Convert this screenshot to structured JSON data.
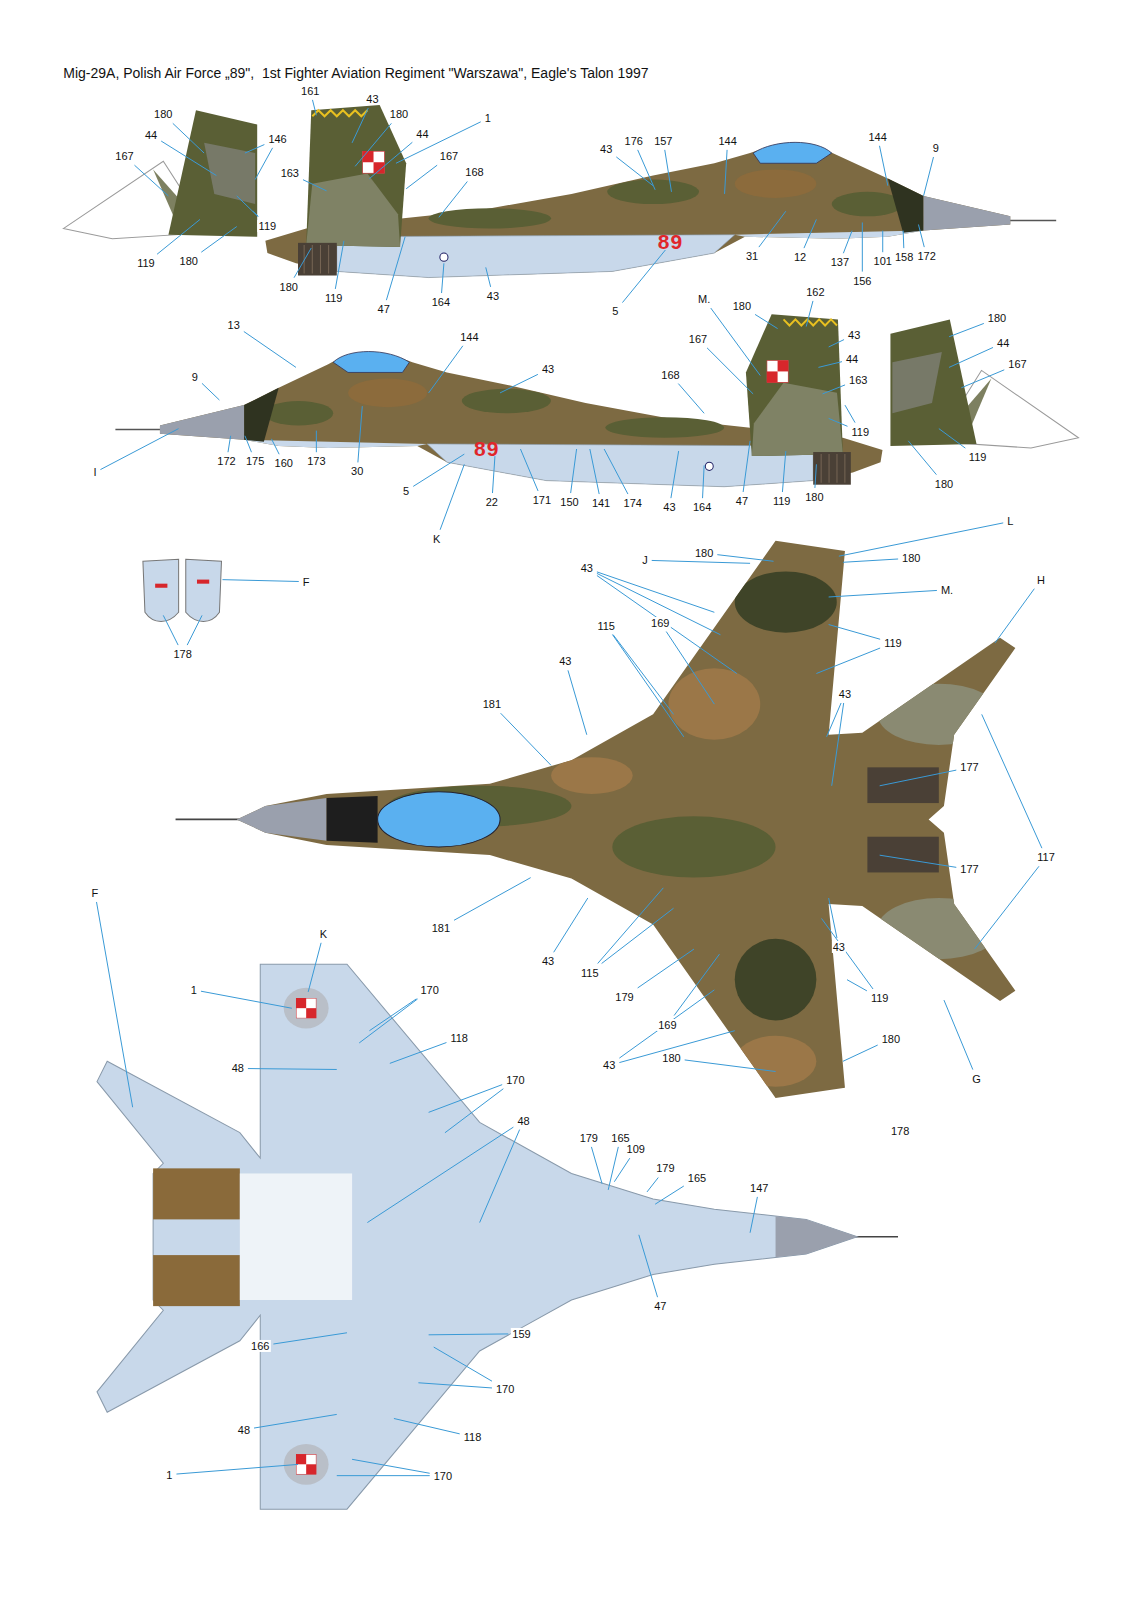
{
  "diagram": {
    "title": "Mig-29A, Polish Air Force „89\",  1st Fighter Aviation Regiment \"Warszawa\", Eagle's Talon 1997",
    "labels": [
      "161",
      "43",
      "180",
      "180",
      "1",
      "44",
      "44",
      "146",
      "167",
      "167",
      "163",
      "168",
      "119",
      "119",
      "180",
      "180",
      "119",
      "47",
      "164",
      "43",
      "5",
      "89",
      "43",
      "176",
      "157",
      "144",
      "144",
      "9",
      "31",
      "12",
      "137",
      "156",
      "101",
      "158",
      "172",
      "13",
      "144",
      "9",
      "43",
      "I",
      "172",
      "175",
      "160",
      "173",
      "30",
      "5",
      "K",
      "22",
      "89",
      "171",
      "150",
      "141",
      "174",
      "43",
      "164",
      "47",
      "119",
      "180",
      "M.",
      "180",
      "162",
      "167",
      "168",
      "43",
      "44",
      "163",
      "119",
      "180",
      "44",
      "167",
      "119",
      "180",
      "F",
      "178",
      "L",
      "J",
      "180",
      "180",
      "43",
      "M.",
      "115",
      "169",
      "119",
      "43",
      "H",
      "43",
      "181",
      "177",
      "177",
      "117",
      "181",
      "43",
      "115",
      "43",
      "179",
      "169",
      "119",
      "180",
      "43",
      "180",
      "G",
      "F",
      "K",
      "1",
      "170",
      "118",
      "48",
      "170",
      "48",
      "179",
      "165",
      "109",
      "179",
      "165",
      "147",
      "47",
      "159",
      "166",
      "170",
      "48",
      "118",
      "170",
      "1",
      "178"
    ]
  }
}
